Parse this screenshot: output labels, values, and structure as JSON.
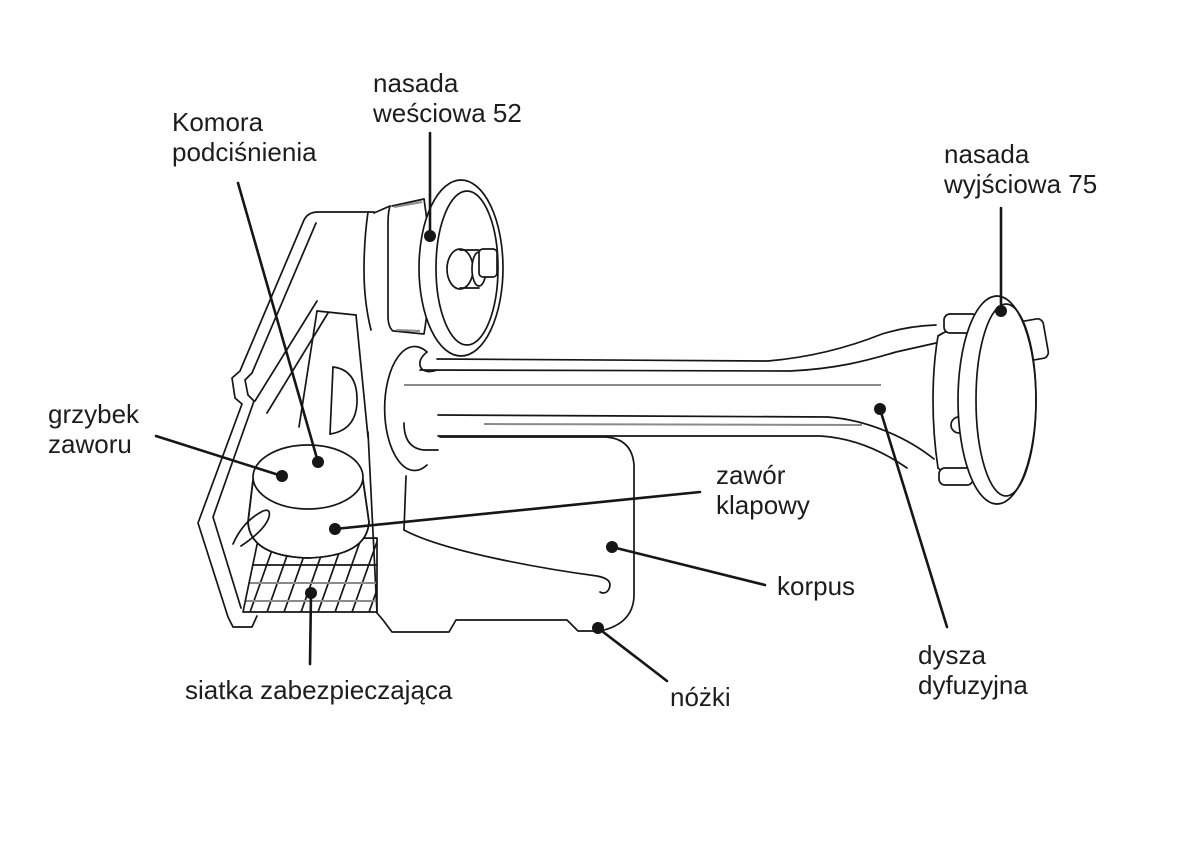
{
  "diagram": {
    "description": "Technical line drawing of a water ejector (pompa strumieniowa) with Polish part labels",
    "colors": {
      "background": "#ffffff",
      "line": "#161616",
      "shade_line": "#8a8a8a",
      "text": "#1d1d1d"
    },
    "labels": {
      "inlet_coupling": {
        "line1": "nasada",
        "line2": "weściowa 52"
      },
      "vacuum_chamber": {
        "line1": "Komora",
        "line2": "podciśnienia"
      },
      "outlet_coupling": {
        "line1": "nasada",
        "line2": "wyjściowa 75"
      },
      "valve_poppet": {
        "line1": "grzybek",
        "line2": "zaworu"
      },
      "flap_valve": {
        "line1": "zawór",
        "line2": "klapowy"
      },
      "body": {
        "line1": "korpus"
      },
      "protective_mesh": {
        "line1": "siatka zabezpieczająca"
      },
      "feet": {
        "line1": "nóżki"
      },
      "diffuser_nozzle": {
        "line1": "dysza",
        "line2": "dyfuzyjna"
      }
    }
  }
}
